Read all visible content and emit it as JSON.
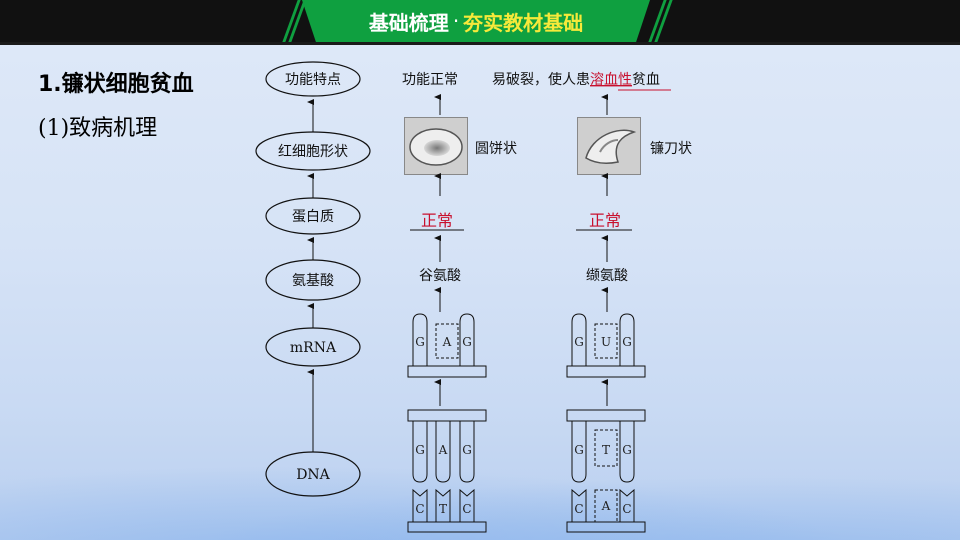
{
  "header": {
    "title": "基础梳理",
    "separator": "·",
    "subtitle": "夯实教材基础"
  },
  "section": {
    "title": "1.镰状细胞贫血",
    "subsection": "(1)致病机理"
  },
  "chain": [
    "功能特点",
    "红细胞形状",
    "蛋白质",
    "氨基酸",
    "mRNA",
    "DNA"
  ],
  "normal": {
    "function": "功能正常",
    "shape": "圆饼状",
    "protein": "正常",
    "amino_acid": "谷氨酸",
    "mrna_bases": [
      "G",
      "A",
      "G"
    ],
    "dna_top_bases": [
      "G",
      "A",
      "G"
    ],
    "dna_bottom_bases": [
      "C",
      "T",
      "C"
    ]
  },
  "mutant": {
    "function_pre": "易破裂，使人患",
    "function_highlight": "溶血性",
    "function_post": "贫血",
    "shape": "镰刀状",
    "protein": "正常",
    "amino_acid": "缬氨酸",
    "mrna_bases": [
      "G",
      "U",
      "G"
    ],
    "dna_top_bases": [
      "G",
      "T",
      "G"
    ],
    "dna_bottom_bases": [
      "C",
      "A",
      "C"
    ]
  },
  "colors": {
    "banner_green": "#0fa040",
    "banner_subtitle": "#f6e93a",
    "highlight_red": "#c8102e"
  }
}
